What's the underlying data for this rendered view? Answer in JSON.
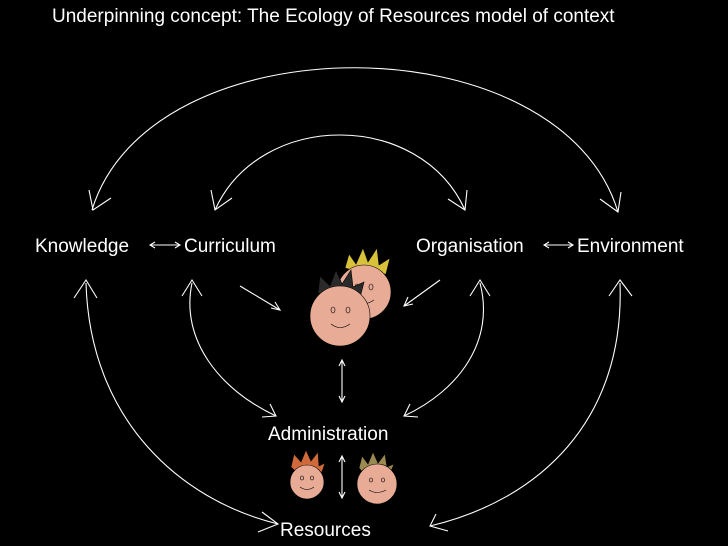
{
  "title": "Underpinning concept: The Ecology of Resources model of context",
  "nodes": {
    "knowledge": "Knowledge",
    "curriculum": "Curriculum",
    "organisation": "Organisation",
    "environment": "Environment",
    "administration": "Administration",
    "resources": "Resources"
  },
  "colors": {
    "background": "#000000",
    "lines": "#ffffff",
    "face_skin": "#e8ab96",
    "hair_yellow": "#d8c23a",
    "hair_dark": "#2a2a2a",
    "hair_orange": "#d06a3a",
    "hair_green": "#9a8a52"
  },
  "icons": [
    "learner-face-icon",
    "helper-face-icon",
    "resource-face-icon"
  ]
}
